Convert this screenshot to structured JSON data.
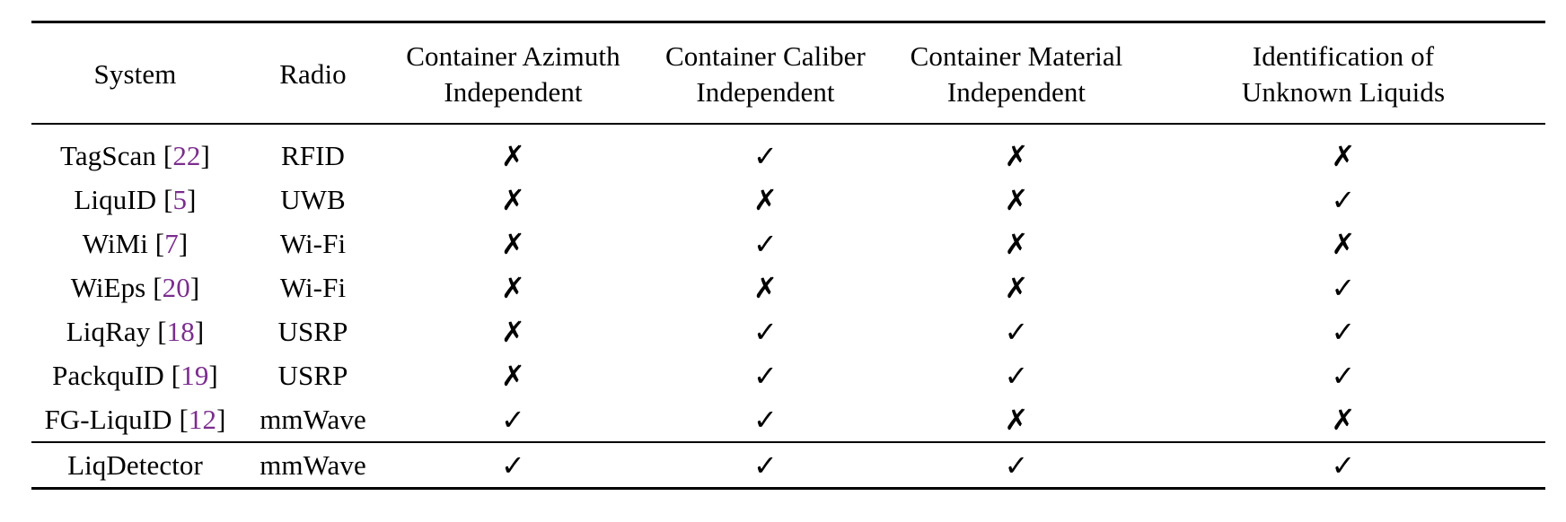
{
  "table": {
    "caption": "",
    "columns": [
      {
        "key": "system",
        "header_lines": [
          "System"
        ]
      },
      {
        "key": "radio",
        "header_lines": [
          "Radio"
        ]
      },
      {
        "key": "azimuth",
        "header_lines": [
          "Container Azimuth",
          "Independent"
        ]
      },
      {
        "key": "caliber",
        "header_lines": [
          "Container Caliber",
          "Independent"
        ]
      },
      {
        "key": "material",
        "header_lines": [
          "Container Material",
          "Independent"
        ]
      },
      {
        "key": "unknown",
        "header_lines": [
          "Identification of",
          "Unknown Liquids"
        ]
      }
    ],
    "citation_color": "#7B2D8E",
    "marks": {
      "yes": "✓",
      "no": "✗"
    },
    "rows": [
      {
        "system": "TagScan",
        "citation": "22",
        "radio": "RFID",
        "azimuth": "no",
        "caliber": "yes",
        "material": "no",
        "unknown": "no"
      },
      {
        "system": "LiquID",
        "citation": "5",
        "radio": "UWB",
        "azimuth": "no",
        "caliber": "no",
        "material": "no",
        "unknown": "yes"
      },
      {
        "system": "WiMi",
        "citation": "7",
        "radio": "Wi-Fi",
        "azimuth": "no",
        "caliber": "yes",
        "material": "no",
        "unknown": "no"
      },
      {
        "system": "WiEps",
        "citation": "20",
        "radio": "Wi-Fi",
        "azimuth": "no",
        "caliber": "no",
        "material": "no",
        "unknown": "yes"
      },
      {
        "system": "LiqRay",
        "citation": "18",
        "radio": "USRP",
        "azimuth": "no",
        "caliber": "yes",
        "material": "yes",
        "unknown": "yes"
      },
      {
        "system": "PackquID",
        "citation": "19",
        "radio": "USRP",
        "azimuth": "no",
        "caliber": "yes",
        "material": "yes",
        "unknown": "yes"
      },
      {
        "system": "FG-LiquID",
        "citation": "12",
        "radio": "mmWave",
        "azimuth": "yes",
        "caliber": "yes",
        "material": "no",
        "unknown": "no"
      }
    ],
    "final_row": {
      "system": "LiqDetector",
      "citation": "",
      "radio": "mmWave",
      "azimuth": "yes",
      "caliber": "yes",
      "material": "yes",
      "unknown": "yes"
    }
  }
}
